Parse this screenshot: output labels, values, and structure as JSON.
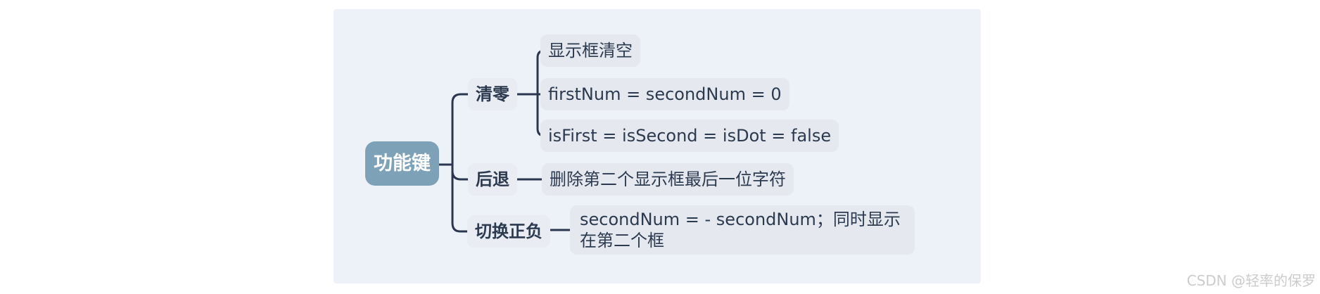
{
  "mindmap": {
    "root": {
      "label": "功能键"
    },
    "branches": [
      {
        "label": "清零",
        "children": [
          "显示框清空",
          "firstNum = secondNum = 0",
          "isFirst = isSecond = isDot = false"
        ]
      },
      {
        "label": "后退",
        "children": [
          "删除第二个显示框最后一位字符"
        ]
      },
      {
        "label": "切换正负",
        "children": [
          "secondNum = - secondNum；同时显示在第二个框"
        ]
      }
    ],
    "colors": {
      "panel_bg": "#edf1f8",
      "root_bg": "#7da2b8",
      "root_text": "#ffffff",
      "branch_bg": "#e9ecf2",
      "child_bg": "#e5e8ee",
      "node_text": "#2c3a50",
      "connector": "#2b3650"
    }
  },
  "watermark": {
    "text": "CSDN @轻率的保罗"
  }
}
